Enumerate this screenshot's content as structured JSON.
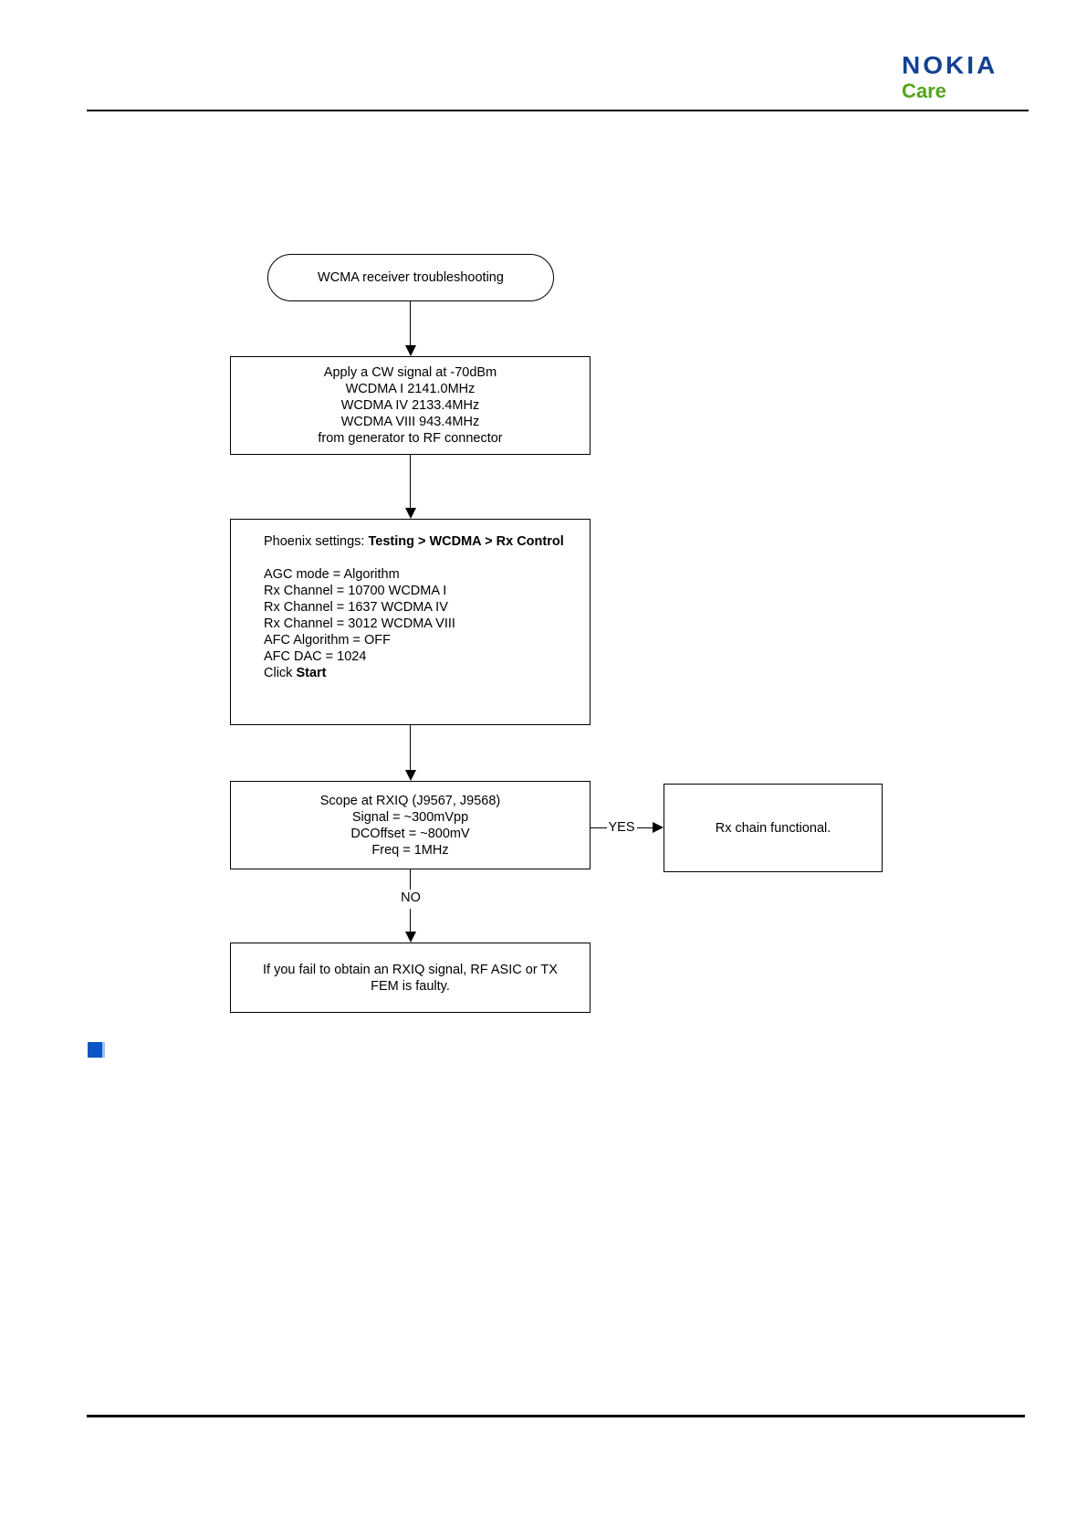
{
  "header": {
    "logo": {
      "brand": "NOKIA",
      "sub": "Care",
      "brand_color": "#124191",
      "sub_color": "#54a41f"
    }
  },
  "flowchart": {
    "start": {
      "label": "WCMA receiver troubleshooting"
    },
    "apply_signal_box": {
      "lines": [
        "Apply a CW signal at -70dBm",
        "WCDMA I 2141.0MHz",
        "WCDMA IV 2133.4MHz",
        "WCDMA VIII 943.4MHz",
        "from generator to RF connector"
      ]
    },
    "phoenix_box": {
      "prefix": "Phoenix settings: ",
      "menu_path": "Testing > WCDMA > Rx Control",
      "settings": [
        "AGC mode = Algorithm",
        "Rx Channel = 10700 WCDMA I",
        "Rx Channel = 1637 WCDMA IV",
        "Rx Channel = 3012 WCDMA VIII",
        "AFC Algorithm = OFF",
        "AFC DAC = 1024"
      ],
      "click_prefix": "Click ",
      "click_action": "Start"
    },
    "scope_box": {
      "lines": [
        "Scope at RXIQ (J9567, J9568)",
        "Signal = ~300mVpp",
        "DCOffset = ~800mV",
        "Freq = 1MHz"
      ]
    },
    "yes_label": "YES",
    "no_label": "NO",
    "rx_ok_box": {
      "label": "Rx chain functional."
    },
    "fail_box": {
      "lines": [
        "If you fail to obtain an RXIQ signal, RF ASIC or TX",
        "FEM is faulty."
      ]
    }
  },
  "note_marker_color": "#0b55c4"
}
